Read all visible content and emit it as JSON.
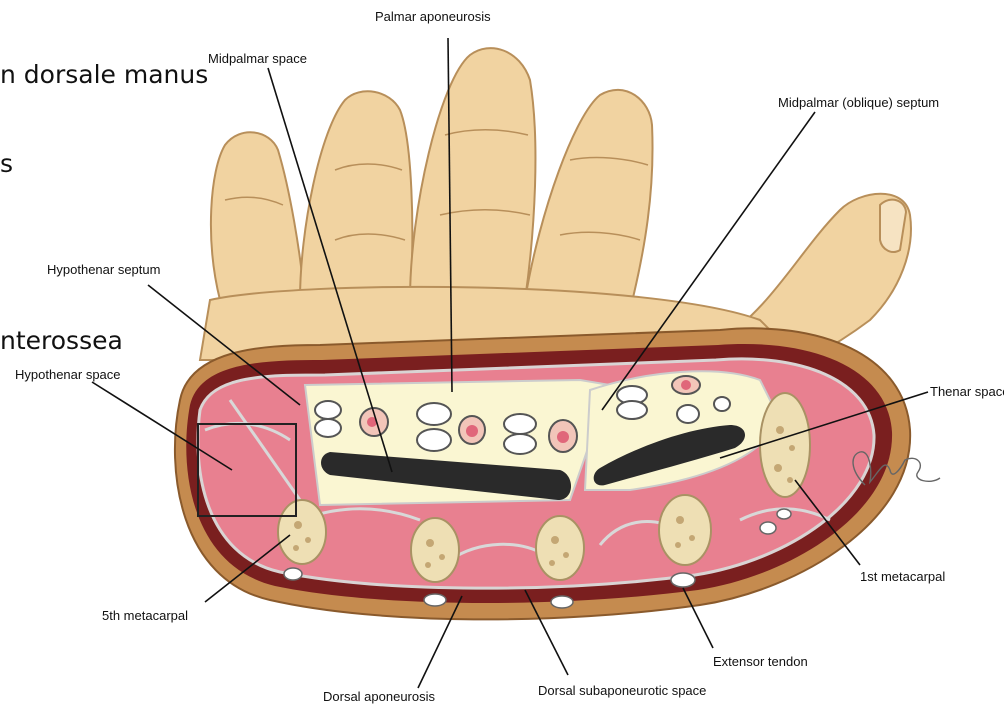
{
  "slide_text": {
    "line1": "n dorsale manus",
    "line2": "s",
    "line3": "nterossea"
  },
  "labels": {
    "palmar_aponeurosis": "Palmar aponeurosis",
    "midpalmar_space": "Midpalmar space",
    "midpalmar_septum": "Midpalmar (oblique) septum",
    "hypothenar_septum": "Hypothenar septum",
    "hypothenar_space": "Hypothenar space",
    "thenar_space": "Thenar space",
    "first_metacarpal": "1st metacarpal",
    "fifth_metacarpal": "5th metacarpal",
    "extensor_tendon": "Extensor tendon",
    "dorsal_aponeurosis": "Dorsal aponeurosis",
    "dorsal_subaponeurotic_space": "Dorsal subaponeurotic space"
  },
  "colors": {
    "skin": "#f1d3a1",
    "skin_outline": "#b88f5a",
    "subcutaneous": "#c58b4f",
    "fascia_dark": "#7a1f1f",
    "muscle": "#e88090",
    "space_fill": "#faf6d2",
    "tendon_black": "#2a2a2a",
    "bone": "#eedfb4"
  }
}
